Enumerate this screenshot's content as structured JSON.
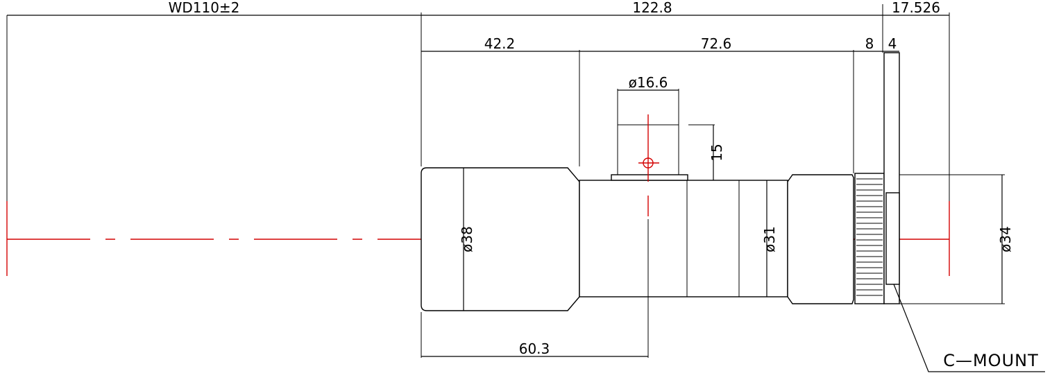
{
  "dimensions": {
    "wd": "WD110±2",
    "total_length": "122.8",
    "mount_offset": "17.526",
    "front_section": "42.2",
    "middle_section": "72.6",
    "knurl_width": "8",
    "flange_width": "4",
    "port_diameter": "ø16.6",
    "port_height": "15",
    "front_diameter": "ø38",
    "body_diameter": "ø31",
    "mount_diameter": "ø34",
    "port_position": "60.3"
  },
  "labels": {
    "mount": "C—MOUNT"
  },
  "colors": {
    "outline": "#000000",
    "centerline": "#d40000",
    "background": "#ffffff"
  }
}
